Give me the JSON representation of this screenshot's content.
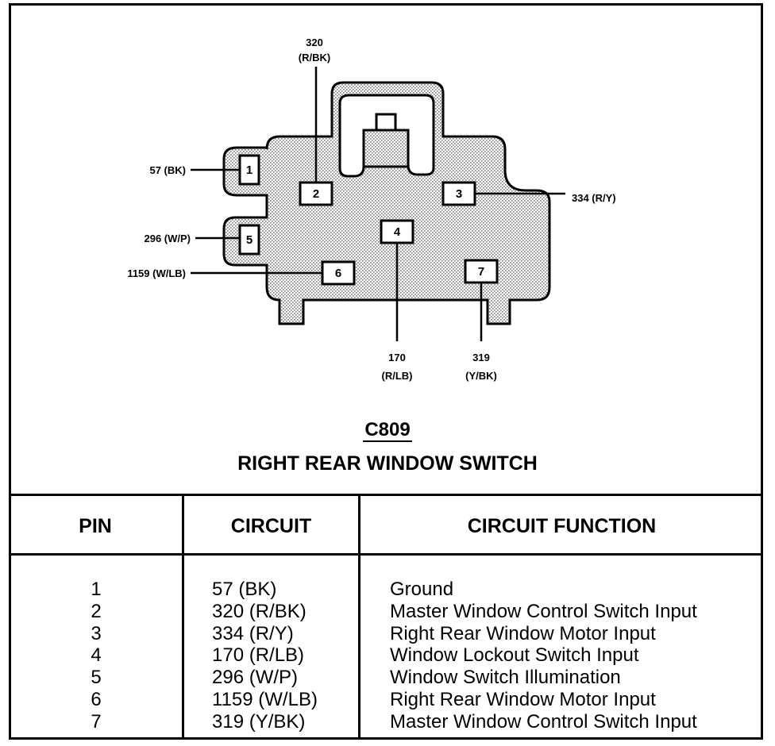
{
  "connector": {
    "id": "C809",
    "name": "RIGHT REAR WINDOW SWITCH"
  },
  "pins": [
    {
      "pin": "1",
      "circuit": "57 (BK)",
      "wire_label": "57 (BK)",
      "function": "Ground"
    },
    {
      "pin": "2",
      "circuit": "320 (R/BK)",
      "wire_label_top": "320",
      "wire_label_bottom": "(R/BK)",
      "function": "Master Window Control Switch Input"
    },
    {
      "pin": "3",
      "circuit": "334 (R/Y)",
      "wire_label": "334 (R/Y)",
      "function": "Right Rear Window Motor Input"
    },
    {
      "pin": "4",
      "circuit": "170 (R/LB)",
      "wire_label_top": "170",
      "wire_label_bottom": "(R/LB)",
      "function": "Window Lockout Switch Input"
    },
    {
      "pin": "5",
      "circuit": "296 (W/P)",
      "wire_label": "296 (W/P)",
      "function": "Window Switch Illumination"
    },
    {
      "pin": "6",
      "circuit": "1159 (W/LB)",
      "wire_label": "1159 (W/LB)",
      "function": "Right Rear Window Motor Input"
    },
    {
      "pin": "7",
      "circuit": "319 (Y/BK)",
      "wire_label_top": "319",
      "wire_label_bottom": "(Y/BK)",
      "function": "Master Window Control Switch Input"
    }
  ],
  "table": {
    "headers": {
      "pin": "PIN",
      "circuit": "CIRCUIT",
      "function": "CIRCUIT FUNCTION"
    }
  }
}
